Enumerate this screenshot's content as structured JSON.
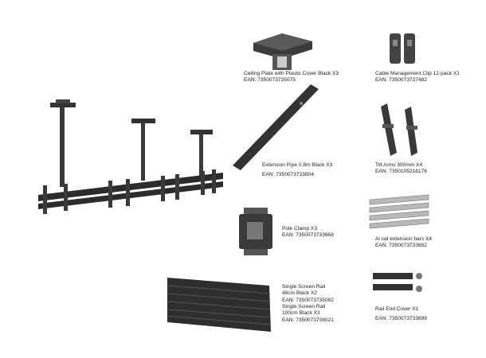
{
  "parts": [
    {
      "id": "ceiling-plate",
      "name": "Ceiling Plate with Plastic Cover Black X3",
      "ean": "EAN: 7350073735075"
    },
    {
      "id": "cable-clip",
      "name": "Cable Management Clip 12-pack X1",
      "ean": "EAN: 7350073737482"
    },
    {
      "id": "extension-pipe",
      "name": "Extension Pipe 0.8m Black X3",
      "ean": "EAN: 7350073733804"
    },
    {
      "id": "tilt-arms",
      "name": "Tilt Arms 300mm X4",
      "ean": "EAN: 7350105216176"
    },
    {
      "id": "pole-clamp",
      "name": "Pole Clamp X3",
      "ean": "EAN: 7350073733668"
    },
    {
      "id": "rail-extension",
      "name": "Al rail extension bars X4",
      "ean": "EAN: 7350073733682"
    },
    {
      "id": "screen-rail-48",
      "name_line1": "Single Screen Rail",
      "name_line2": "48cm Black X2",
      "ean": "EAN: 7350073735082"
    },
    {
      "id": "screen-rail-100",
      "name_line1": "Single Screen Rail",
      "name_line2": "100cm Black X3",
      "ean": "EAN: 7350073738021"
    },
    {
      "id": "rail-end-cover",
      "name": "Rail End Cover X1",
      "ean": "EAN: 7350073733699"
    }
  ]
}
